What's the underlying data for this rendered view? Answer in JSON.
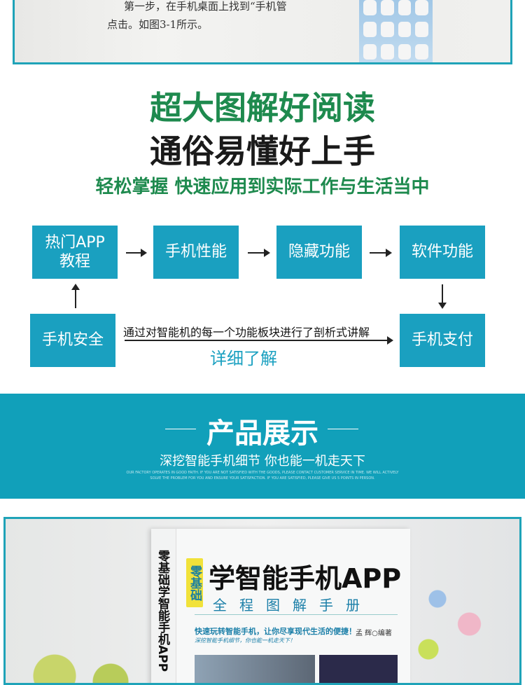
{
  "top_image": {
    "line1": "第一步，在手机桌面上找到“手机管",
    "line2": "点击。如图3-1所示。"
  },
  "headline": {
    "line1": "超大图解好阅读",
    "line2": "通俗易懂好上手",
    "line3": "轻松掌握 快速应用到实际工作与生活当中"
  },
  "flow": {
    "boxes": [
      "热门APP\n教程",
      "手机性能",
      "隐藏功能",
      "软件功能",
      "手机支付",
      "手机安全"
    ],
    "description": "通过对智能机的每一个功能板块进行了剖析式讲解",
    "more_label": "详细了解"
  },
  "band": {
    "title": "产品展示",
    "subtitle": "深挖智能手机细节  你也能一机走天下",
    "english": "OUR FACTORY OPERATES IN GOOD FAITH. IF YOU ARE NOT SATISFIED WITH THE GOODS, PLEASE CONTACT CUSTOMER SERVICE IN TIME. WE WILL ACTIVELY SOLVE THE PROBLEM FOR YOU AND ENSURE YOUR SATISFACTION. IF YOU ARE SATISFIED, PLEASE GIVE US 5 POINTS IN PERSON."
  },
  "book": {
    "spine": "零基础学智能手机APP",
    "badge": "零基础",
    "title": "学智能手机APP",
    "subtitle": "全程图解手册",
    "slogan": "快速玩转智能手机，让你尽享现代生活的便捷！",
    "slogan2": "深挖智能手机细节，你也能一机走天下！",
    "author": "孟  辉○编著"
  },
  "colors": {
    "accent": "#1aa0c0",
    "green": "#1e8a4e",
    "band": "#11a0ba"
  }
}
